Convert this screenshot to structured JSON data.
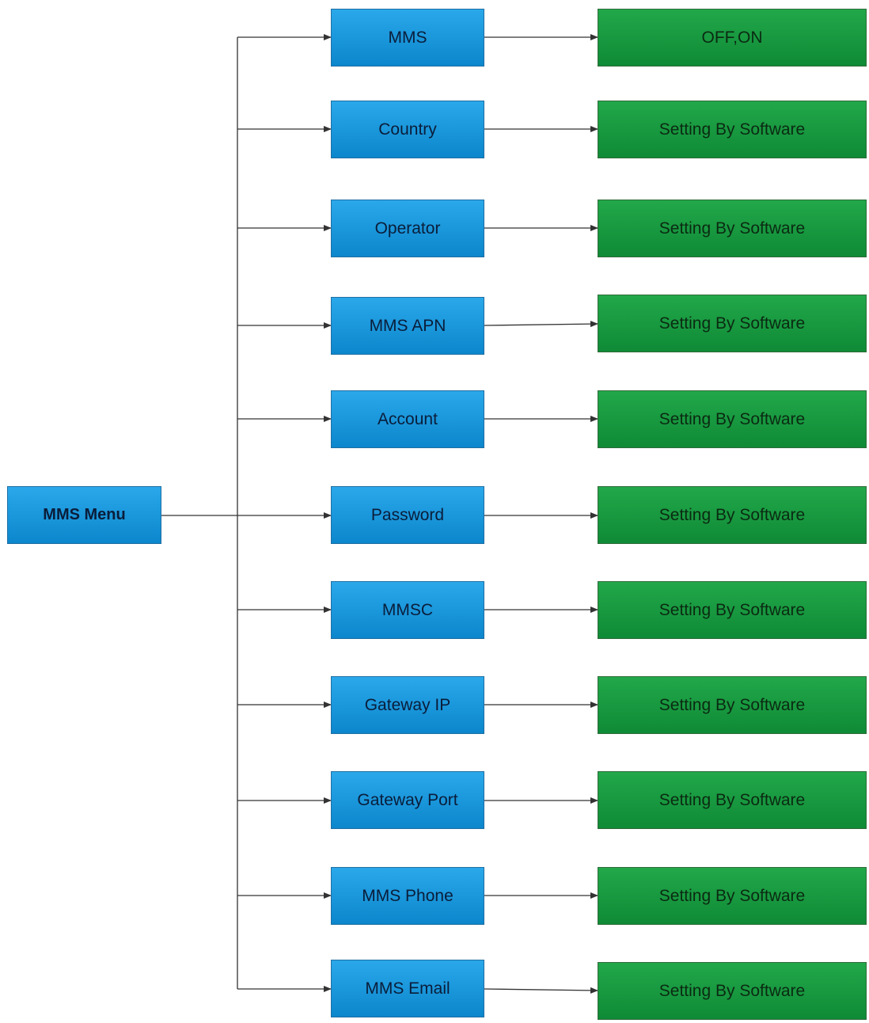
{
  "root": {
    "label": "MMS Menu"
  },
  "items": [
    {
      "label": "MMS",
      "value": "OFF,ON"
    },
    {
      "label": "Country",
      "value": "Setting By Software"
    },
    {
      "label": "Operator",
      "value": "Setting By Software"
    },
    {
      "label": "MMS APN",
      "value": "Setting By Software"
    },
    {
      "label": "Account",
      "value": "Setting By Software"
    },
    {
      "label": "Password",
      "value": "Setting By Software"
    },
    {
      "label": "MMSC",
      "value": "Setting By Software"
    },
    {
      "label": "Gateway IP",
      "value": "Setting By Software"
    },
    {
      "label": "Gateway Port",
      "value": "Setting By Software"
    },
    {
      "label": "MMS Phone",
      "value": "Setting By Software"
    },
    {
      "label": "MMS Email",
      "value": "Setting By Software"
    }
  ],
  "colors": {
    "blue_node": "#1a9ae0",
    "green_node": "#14983f",
    "connector": "#333333"
  }
}
